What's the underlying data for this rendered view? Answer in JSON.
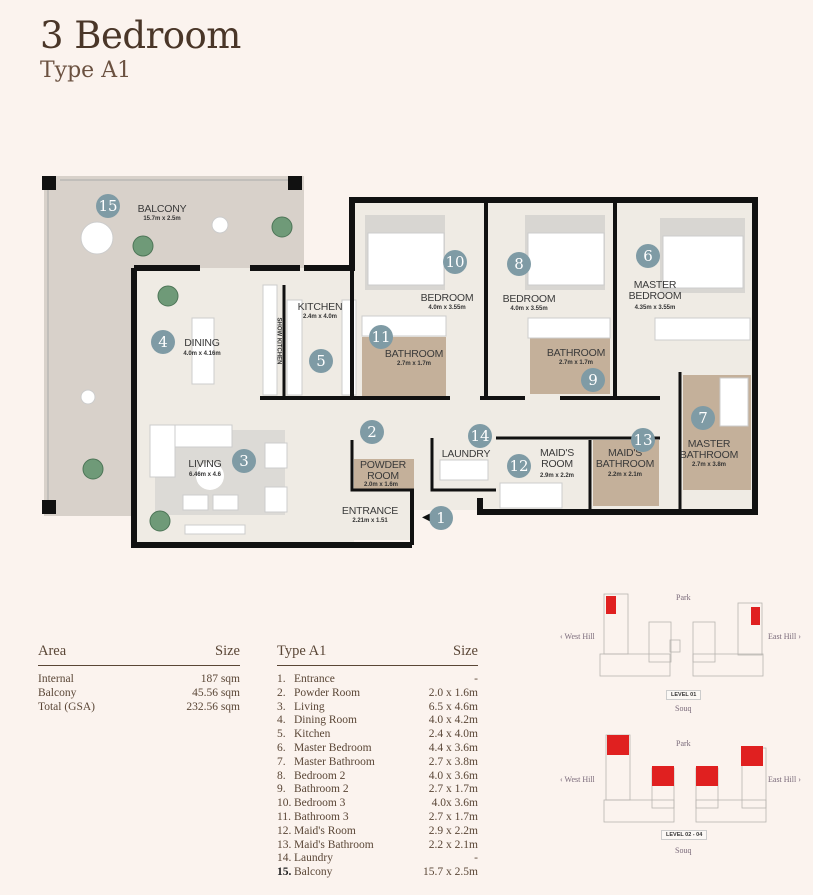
{
  "header": {
    "title": "3 Bedroom",
    "subtitle": "Type A1"
  },
  "colors": {
    "background": "#fbf3ee",
    "marker": "#7f9ba5",
    "bathroom": "#c4b09a",
    "floor": "#efebe4",
    "balcony": "#d8d1ca",
    "highlight": "#e02020"
  },
  "plan": {
    "rooms": [
      {
        "marker": "15",
        "name": "BALCONY",
        "dims": "15.7m x 2.5m"
      },
      {
        "marker": "4",
        "name": "DINING",
        "dims": "4.0m x 4.16m"
      },
      {
        "marker": "5",
        "name": "KITCHEN",
        "dims": "2.4m x 4.0m"
      },
      {
        "marker": "3",
        "name": "LIVING",
        "dims": "6.46m x 4.6"
      },
      {
        "marker": "2",
        "name": "POWDER ROOM",
        "dims": "2.0m x 1.6m"
      },
      {
        "marker": "1",
        "name": "ENTRANCE",
        "dims": "2.21m x 1.51"
      },
      {
        "marker": "10",
        "name": "BEDROOM",
        "dims": "4.0m x 3.55m"
      },
      {
        "marker": "11",
        "name": "BATHROOM",
        "dims": "2.7m x 1.7m"
      },
      {
        "marker": "8",
        "name": "BEDROOM",
        "dims": "4.0m x 3.55m"
      },
      {
        "marker": "9",
        "name": "BATHROOM",
        "dims": "2.7m x 1.7m"
      },
      {
        "marker": "6",
        "name": "MASTER BEDROOM",
        "dims": "4.35m x 3.55m"
      },
      {
        "marker": "7",
        "name": "MASTER BATHROOM",
        "dims": "2.7m x 3.8m"
      },
      {
        "marker": "14",
        "name": "LAUNDRY",
        "dims": ""
      },
      {
        "marker": "12",
        "name": "MAID'S ROOM",
        "dims": "2.9m x 2.2m"
      },
      {
        "marker": "13",
        "name": "MAID'S BATHROOM",
        "dims": "2.2m x 2.1m"
      }
    ],
    "show_kitchen": "SHOW KITCHEN"
  },
  "area_table": {
    "header": "Area",
    "size_header": "Size",
    "rows": [
      {
        "name": "Internal",
        "value": "187 sqm"
      },
      {
        "name": "Balcony",
        "value": "45.56 sqm"
      },
      {
        "name": "Total (GSA)",
        "value": "232.56 sqm"
      }
    ]
  },
  "type_table": {
    "header": "Type A1",
    "size_header": "Size",
    "rows": [
      {
        "num": "1.",
        "name": "Entrance",
        "value": "-"
      },
      {
        "num": "2.",
        "name": "Powder Room",
        "value": "2.0 x 1.6m"
      },
      {
        "num": "3.",
        "name": "Living",
        "value": "6.5 x 4.6m"
      },
      {
        "num": "4.",
        "name": "Dining Room",
        "value": "4.0 x 4.2m"
      },
      {
        "num": "5.",
        "name": "Kitchen",
        "value": "2.4 x 4.0m"
      },
      {
        "num": "6.",
        "name": "Master Bedroom",
        "value": "4.4 x 3.6m"
      },
      {
        "num": "7.",
        "name": "Master Bathroom",
        "value": "2.7 x 3.8m"
      },
      {
        "num": "8.",
        "name": "Bedroom 2",
        "value": "4.0 x 3.6m"
      },
      {
        "num": "9.",
        "name": "Bathroom 2",
        "value": "2.7 x 1.7m"
      },
      {
        "num": "10.",
        "name": "Bedroom 3",
        "value": "4.0x 3.6m"
      },
      {
        "num": "11.",
        "name": "Bathroom 3",
        "value": "2.7 x 1.7m"
      },
      {
        "num": "12.",
        "name": "Maid's Room",
        "value": "2.9 x 2.2m"
      },
      {
        "num": "13.",
        "name": "Maid's Bathroom",
        "value": "2.2 x 2.1m"
      },
      {
        "num": "14.",
        "name": "Laundry",
        "value": "-"
      },
      {
        "num": "15.",
        "name": "Balcony",
        "value": "15.7 x 2.5m"
      }
    ]
  },
  "keyplan": {
    "levels": [
      {
        "label": "LEVEL 01",
        "north": "Park",
        "south": "Souq",
        "west": "West Hill",
        "east": "East Hill"
      },
      {
        "label": "LEVEL 02 - 04",
        "north": "Park",
        "south": "Souq",
        "west": "West Hill",
        "east": "East Hill"
      }
    ]
  }
}
